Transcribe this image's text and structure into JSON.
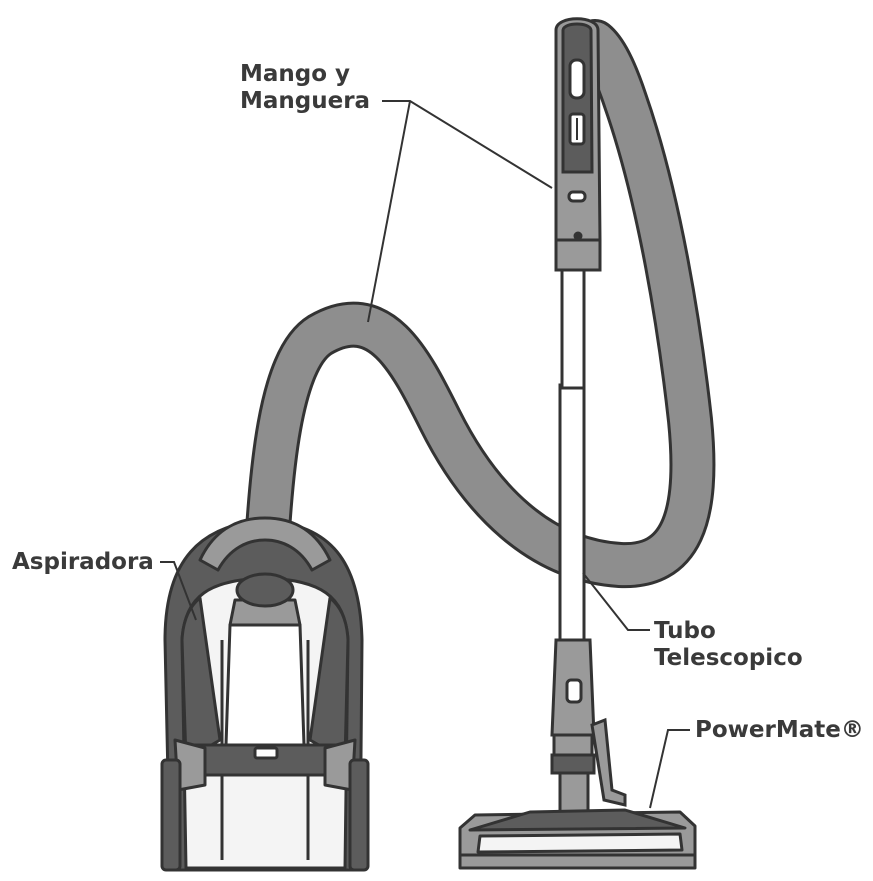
{
  "labels": {
    "handle_hose": [
      "Mango y",
      "Manguera"
    ],
    "canister": "Aspiradora",
    "wand": [
      "Tubo",
      "Telescopico"
    ],
    "powernozzle": "PowerMate®"
  },
  "colors": {
    "outline": "#333333",
    "hose": "#8e8e8e",
    "dark": "#5c5c5c",
    "mid": "#9a9a9a",
    "light": "#f4f4f4",
    "text": "#3a3a3a"
  }
}
